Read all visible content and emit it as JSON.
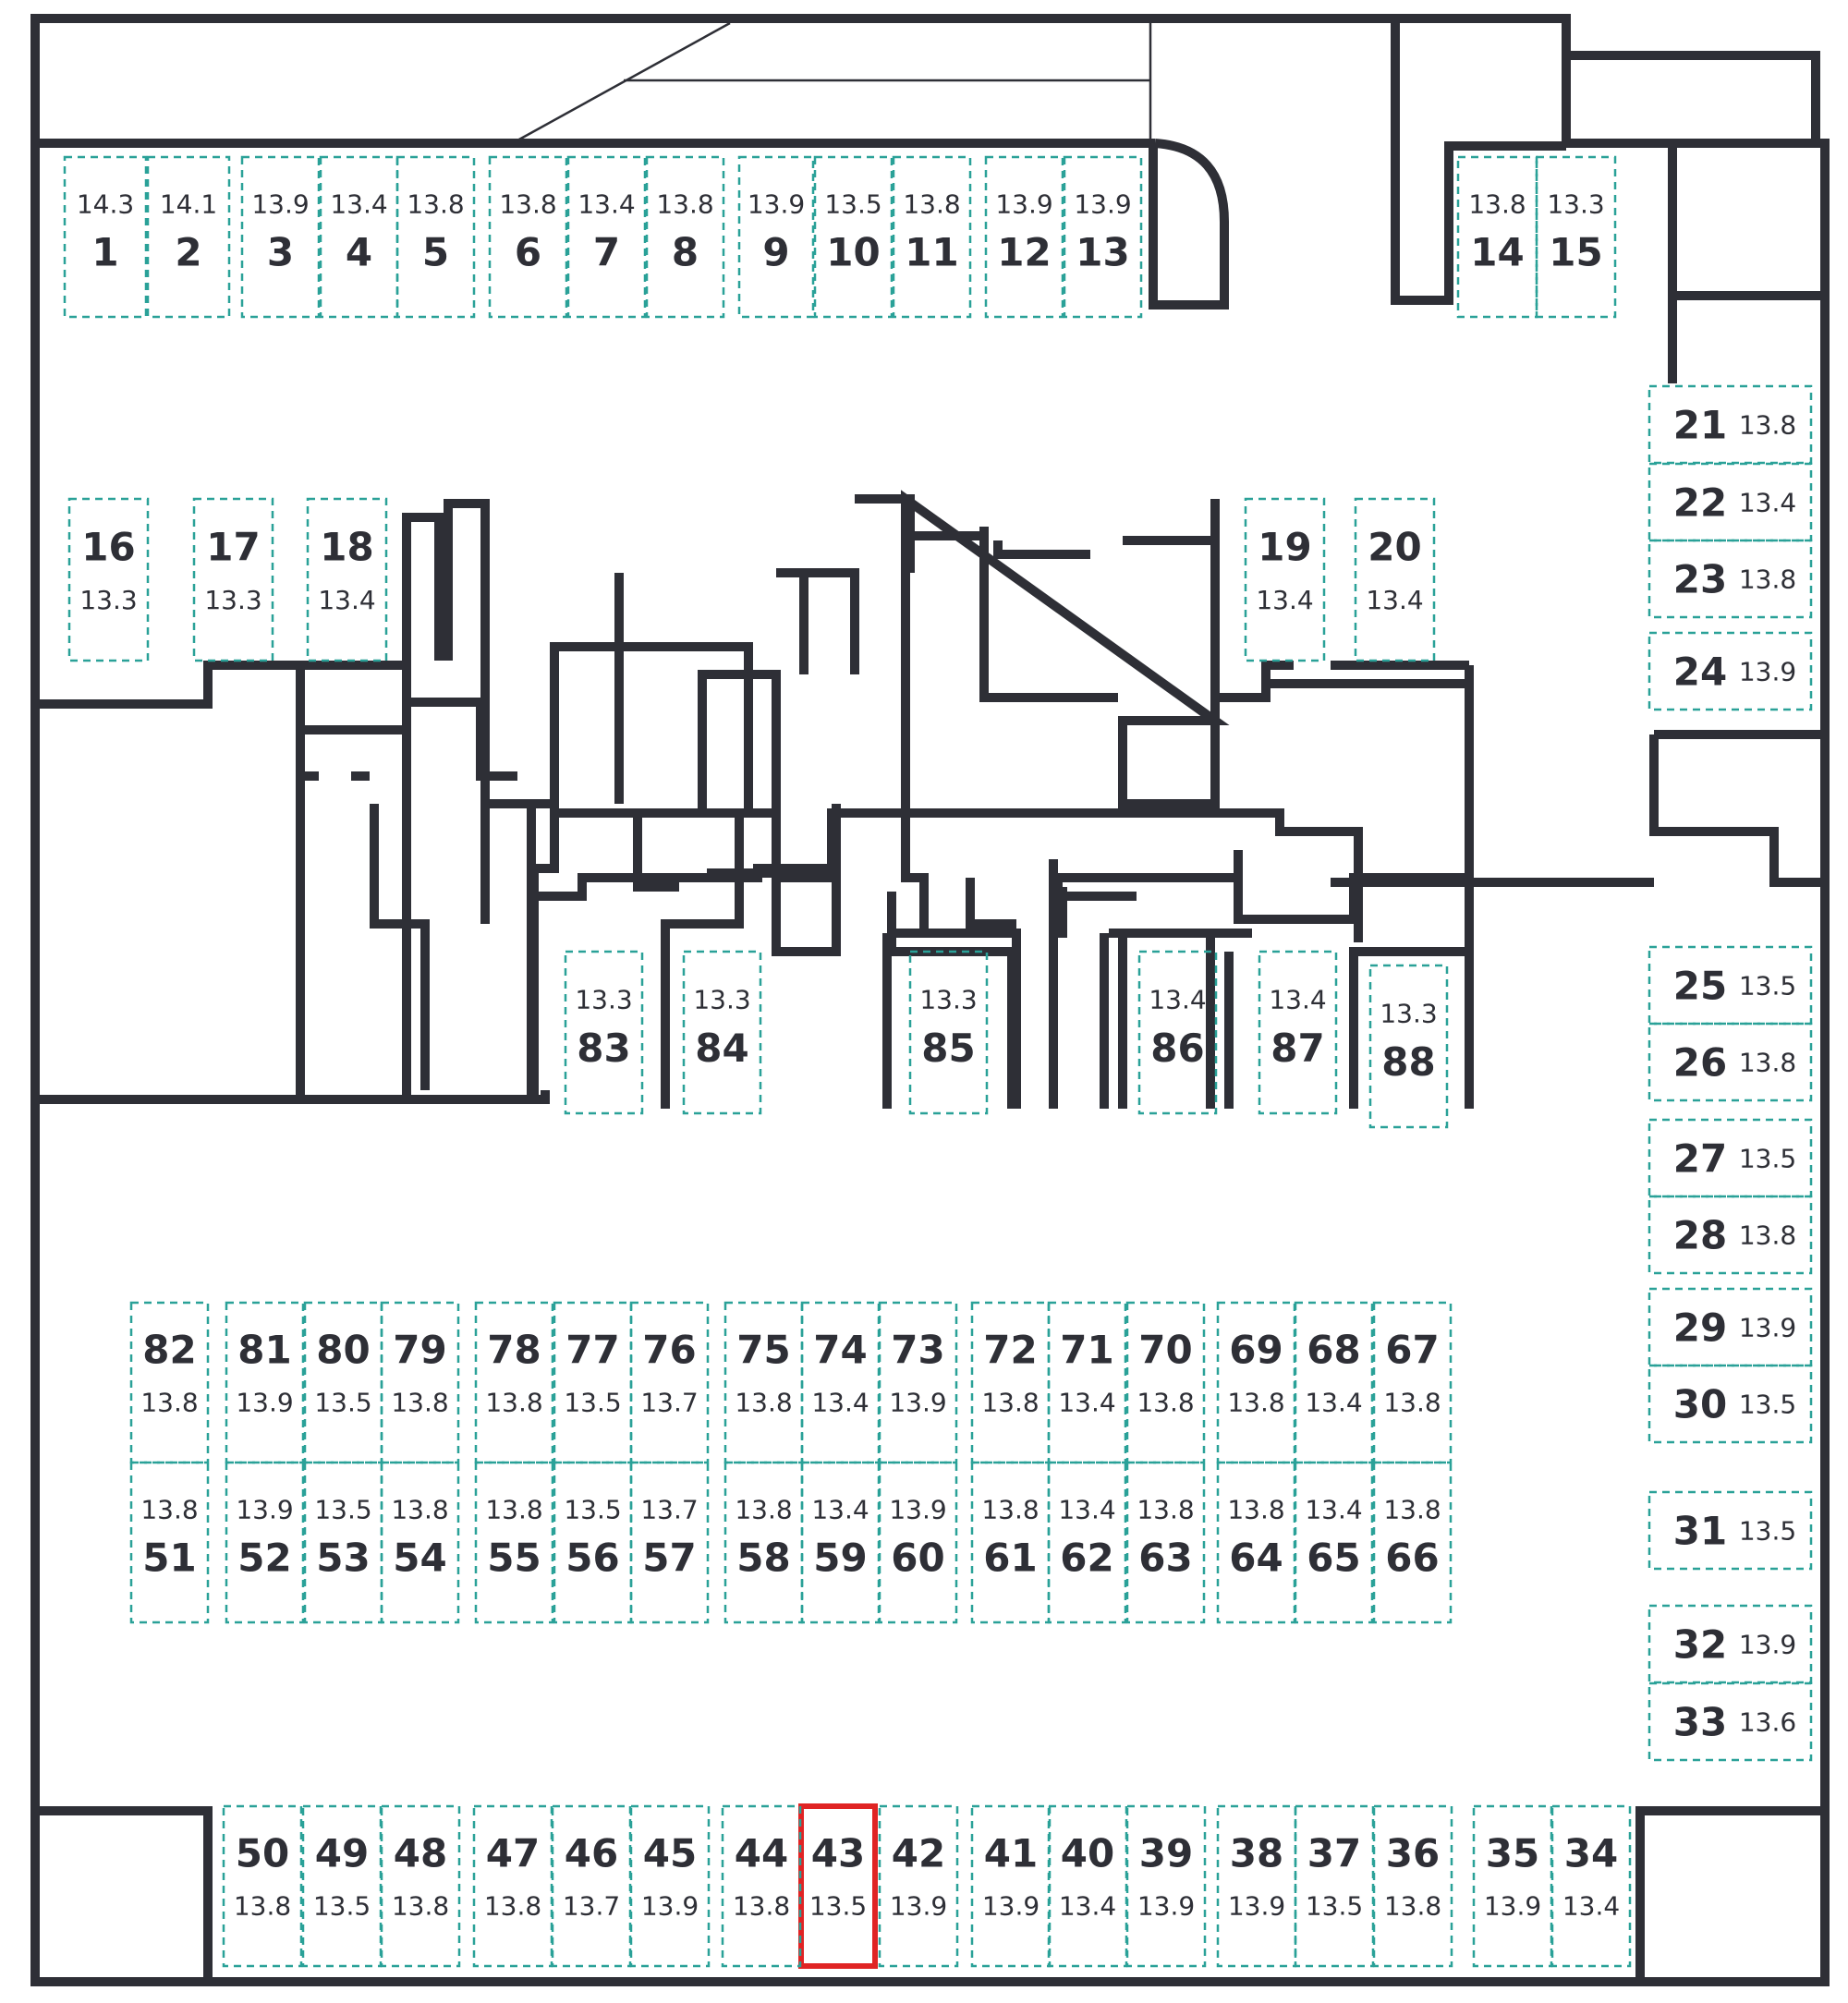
{
  "colors": {
    "wall": "#2e2f36",
    "spot_outline": "#2aa198",
    "selected_outline": "#e02424",
    "text": "#2e2f36",
    "background": "#ffffff"
  },
  "selected_spot": "43",
  "spots": [
    {
      "num": "1",
      "area": "14.3"
    },
    {
      "num": "2",
      "area": "14.1"
    },
    {
      "num": "3",
      "area": "13.9"
    },
    {
      "num": "4",
      "area": "13.4"
    },
    {
      "num": "5",
      "area": "13.8"
    },
    {
      "num": "6",
      "area": "13.8"
    },
    {
      "num": "7",
      "area": "13.4"
    },
    {
      "num": "8",
      "area": "13.8"
    },
    {
      "num": "9",
      "area": "13.9"
    },
    {
      "num": "10",
      "area": "13.5"
    },
    {
      "num": "11",
      "area": "13.8"
    },
    {
      "num": "12",
      "area": "13.9"
    },
    {
      "num": "13",
      "area": "13.9"
    },
    {
      "num": "14",
      "area": "13.8"
    },
    {
      "num": "15",
      "area": "13.3"
    },
    {
      "num": "16",
      "area": "13.3"
    },
    {
      "num": "17",
      "area": "13.3"
    },
    {
      "num": "18",
      "area": "13.4"
    },
    {
      "num": "19",
      "area": "13.4"
    },
    {
      "num": "20",
      "area": "13.4"
    },
    {
      "num": "21",
      "area": "13.8"
    },
    {
      "num": "22",
      "area": "13.4"
    },
    {
      "num": "23",
      "area": "13.8"
    },
    {
      "num": "24",
      "area": "13.9"
    },
    {
      "num": "25",
      "area": "13.5"
    },
    {
      "num": "26",
      "area": "13.8"
    },
    {
      "num": "27",
      "area": "13.5"
    },
    {
      "num": "28",
      "area": "13.8"
    },
    {
      "num": "29",
      "area": "13.9"
    },
    {
      "num": "30",
      "area": "13.5"
    },
    {
      "num": "31",
      "area": "13.5"
    },
    {
      "num": "32",
      "area": "13.9"
    },
    {
      "num": "33",
      "area": "13.6"
    },
    {
      "num": "34",
      "area": "13.4"
    },
    {
      "num": "35",
      "area": "13.9"
    },
    {
      "num": "36",
      "area": "13.8"
    },
    {
      "num": "37",
      "area": "13.5"
    },
    {
      "num": "38",
      "area": "13.9"
    },
    {
      "num": "39",
      "area": "13.9"
    },
    {
      "num": "40",
      "area": "13.4"
    },
    {
      "num": "41",
      "area": "13.9"
    },
    {
      "num": "42",
      "area": "13.9"
    },
    {
      "num": "43",
      "area": "13.5"
    },
    {
      "num": "44",
      "area": "13.8"
    },
    {
      "num": "45",
      "area": "13.9"
    },
    {
      "num": "46",
      "area": "13.7"
    },
    {
      "num": "47",
      "area": "13.8"
    },
    {
      "num": "48",
      "area": "13.8"
    },
    {
      "num": "49",
      "area": "13.5"
    },
    {
      "num": "50",
      "area": "13.8"
    },
    {
      "num": "51",
      "area": "13.8"
    },
    {
      "num": "52",
      "area": "13.9"
    },
    {
      "num": "53",
      "area": "13.5"
    },
    {
      "num": "54",
      "area": "13.8"
    },
    {
      "num": "55",
      "area": "13.8"
    },
    {
      "num": "56",
      "area": "13.5"
    },
    {
      "num": "57",
      "area": "13.7"
    },
    {
      "num": "58",
      "area": "13.8"
    },
    {
      "num": "59",
      "area": "13.4"
    },
    {
      "num": "60",
      "area": "13.9"
    },
    {
      "num": "61",
      "area": "13.8"
    },
    {
      "num": "62",
      "area": "13.4"
    },
    {
      "num": "63",
      "area": "13.8"
    },
    {
      "num": "64",
      "area": "13.8"
    },
    {
      "num": "65",
      "area": "13.4"
    },
    {
      "num": "66",
      "area": "13.8"
    },
    {
      "num": "67",
      "area": "13.8"
    },
    {
      "num": "68",
      "area": "13.4"
    },
    {
      "num": "69",
      "area": "13.8"
    },
    {
      "num": "70",
      "area": "13.8"
    },
    {
      "num": "71",
      "area": "13.4"
    },
    {
      "num": "72",
      "area": "13.8"
    },
    {
      "num": "73",
      "area": "13.9"
    },
    {
      "num": "74",
      "area": "13.4"
    },
    {
      "num": "75",
      "area": "13.8"
    },
    {
      "num": "76",
      "area": "13.7"
    },
    {
      "num": "77",
      "area": "13.5"
    },
    {
      "num": "78",
      "area": "13.8"
    },
    {
      "num": "79",
      "area": "13.8"
    },
    {
      "num": "80",
      "area": "13.5"
    },
    {
      "num": "81",
      "area": "13.9"
    },
    {
      "num": "82",
      "area": "13.8"
    },
    {
      "num": "83",
      "area": "13.3"
    },
    {
      "num": "84",
      "area": "13.3"
    },
    {
      "num": "85",
      "area": "13.3"
    },
    {
      "num": "86",
      "area": "13.4"
    },
    {
      "num": "87",
      "area": "13.4"
    },
    {
      "num": "88",
      "area": "13.3"
    }
  ]
}
